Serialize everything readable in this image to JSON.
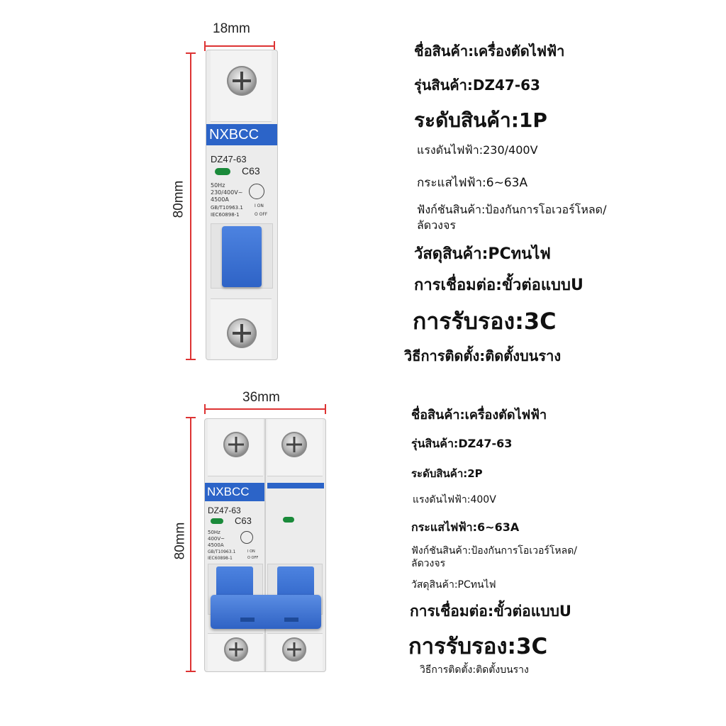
{
  "single": {
    "width_label": "18mm",
    "height_label": "80mm",
    "brand": "NXBCC",
    "model": "DZ47-63",
    "rating": "C63",
    "freq": "50Hz",
    "voltage": "230/400V~",
    "capacity": "4500A",
    "std1": "GB/T10963.1",
    "std2": "IEC60898-1",
    "on_label": "I ON",
    "off_label": "O OFF",
    "colors": {
      "body": "#eeeeee",
      "brand_blue": "#2c64c8",
      "handle": "#3b73d9",
      "indicator": "#1a8a3a"
    }
  },
  "double": {
    "width_label": "36mm",
    "height_label": "80mm",
    "brand": "NXBCC",
    "model": "DZ47-63",
    "rating": "C63",
    "freq": "50Hz",
    "voltage": "400V~",
    "capacity": "4500A",
    "std1": "GB/T10963.1",
    "std2": "IEC60898-1",
    "on_label": "I ON",
    "off_label": "O OFF"
  },
  "specs_1p": [
    "ชื่อสินค้า:เครื่องตัดไฟฟ้า",
    "รุ่นสินค้า:DZ47-63",
    "ระดับสินค้า:1P",
    "แรงดันไฟฟ้า:230/400V",
    "กระแสไฟฟ้า:6~63A",
    "ฟังก์ชันสินค้า:ป้องกันการโอเวอร์โหลด/",
    "ลัดวงจร",
    "วัสดุสินค้า:PCทนไฟ",
    "การเชื่อมต่อ:ขั้วต่อแบบU",
    "การรับรอง:3C",
    "วิธีการติดตั้ง:ติดตั้งบนราง"
  ],
  "specs_2p": [
    "ชื่อสินค้า:เครื่องตัดไฟฟ้า",
    "รุ่นสินค้า:DZ47-63",
    "ระดับสินค้า:2P",
    "แรงดันไฟฟ้า:400V",
    "กระแสไฟฟ้า:6~63A",
    "ฟังก์ชันสินค้า:ป้องกันการโอเวอร์โหลด/",
    "ลัดวงจร",
    "วัสดุสินค้า:PCทนไฟ",
    "การเชื่อมต่อ:ขั้วต่อแบบU",
    "การรับรอง:3C",
    "วิธีการติดตั้ง:ติดตั้งบนราง"
  ]
}
